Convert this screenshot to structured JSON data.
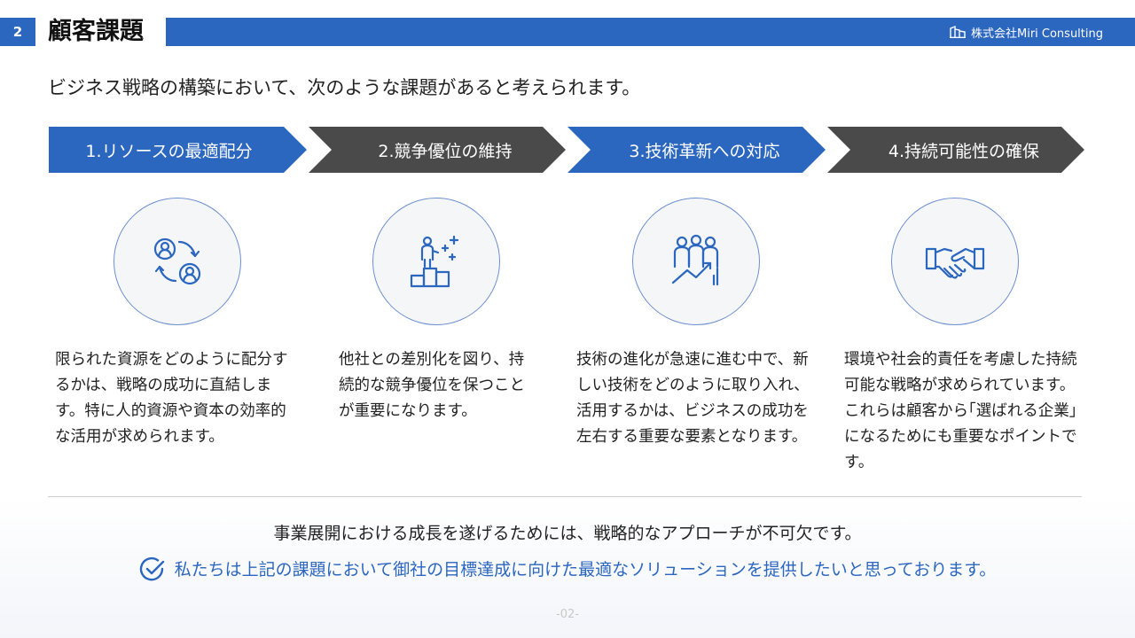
{
  "header": {
    "number": "2",
    "title": "顧客課題",
    "company": "株式会社Miri Consulting",
    "colors": {
      "accent": "#2b66bf",
      "dark": "#4a4a4a"
    }
  },
  "lead": "ビジネス戦略の構築において、次のような課題があると考えられます。",
  "steps": [
    {
      "label": "1.リソースの最適配分",
      "icon": "resource-exchange-icon",
      "description": "限られた資源をどのように配分するかは、戦略の成功に直結します。特に人的資源や資本の効率的な活用が求められます。"
    },
    {
      "label": "2.競争優位の維持",
      "icon": "podium-sparkle-icon",
      "description": "他社との差別化を図り、持続的な競争優位を保つことが重要になります。"
    },
    {
      "label": "3.技術革新への対応",
      "icon": "team-growth-icon",
      "description": "技術の進化が急速に進む中で、新しい技術をどのように取り入れ、活用するかは、ビジネスの成功を左右する重要な要素となります。"
    },
    {
      "label": "4.持続可能性の確保",
      "icon": "handshake-icon",
      "description": "環境や社会的責任を考慮した持続可能な戦略が求められています。これらは顧客から｢選ばれる企業｣になるためにも重要なポイントです。"
    }
  ],
  "summary": "事業展開における成長を遂げるためには、戦略的なアプローチが不可欠です。",
  "proposal": "私たちは上記の課題において御社の目標達成に向けた最適なソリューションを提供したいと思っております。",
  "page_number": "-02-"
}
